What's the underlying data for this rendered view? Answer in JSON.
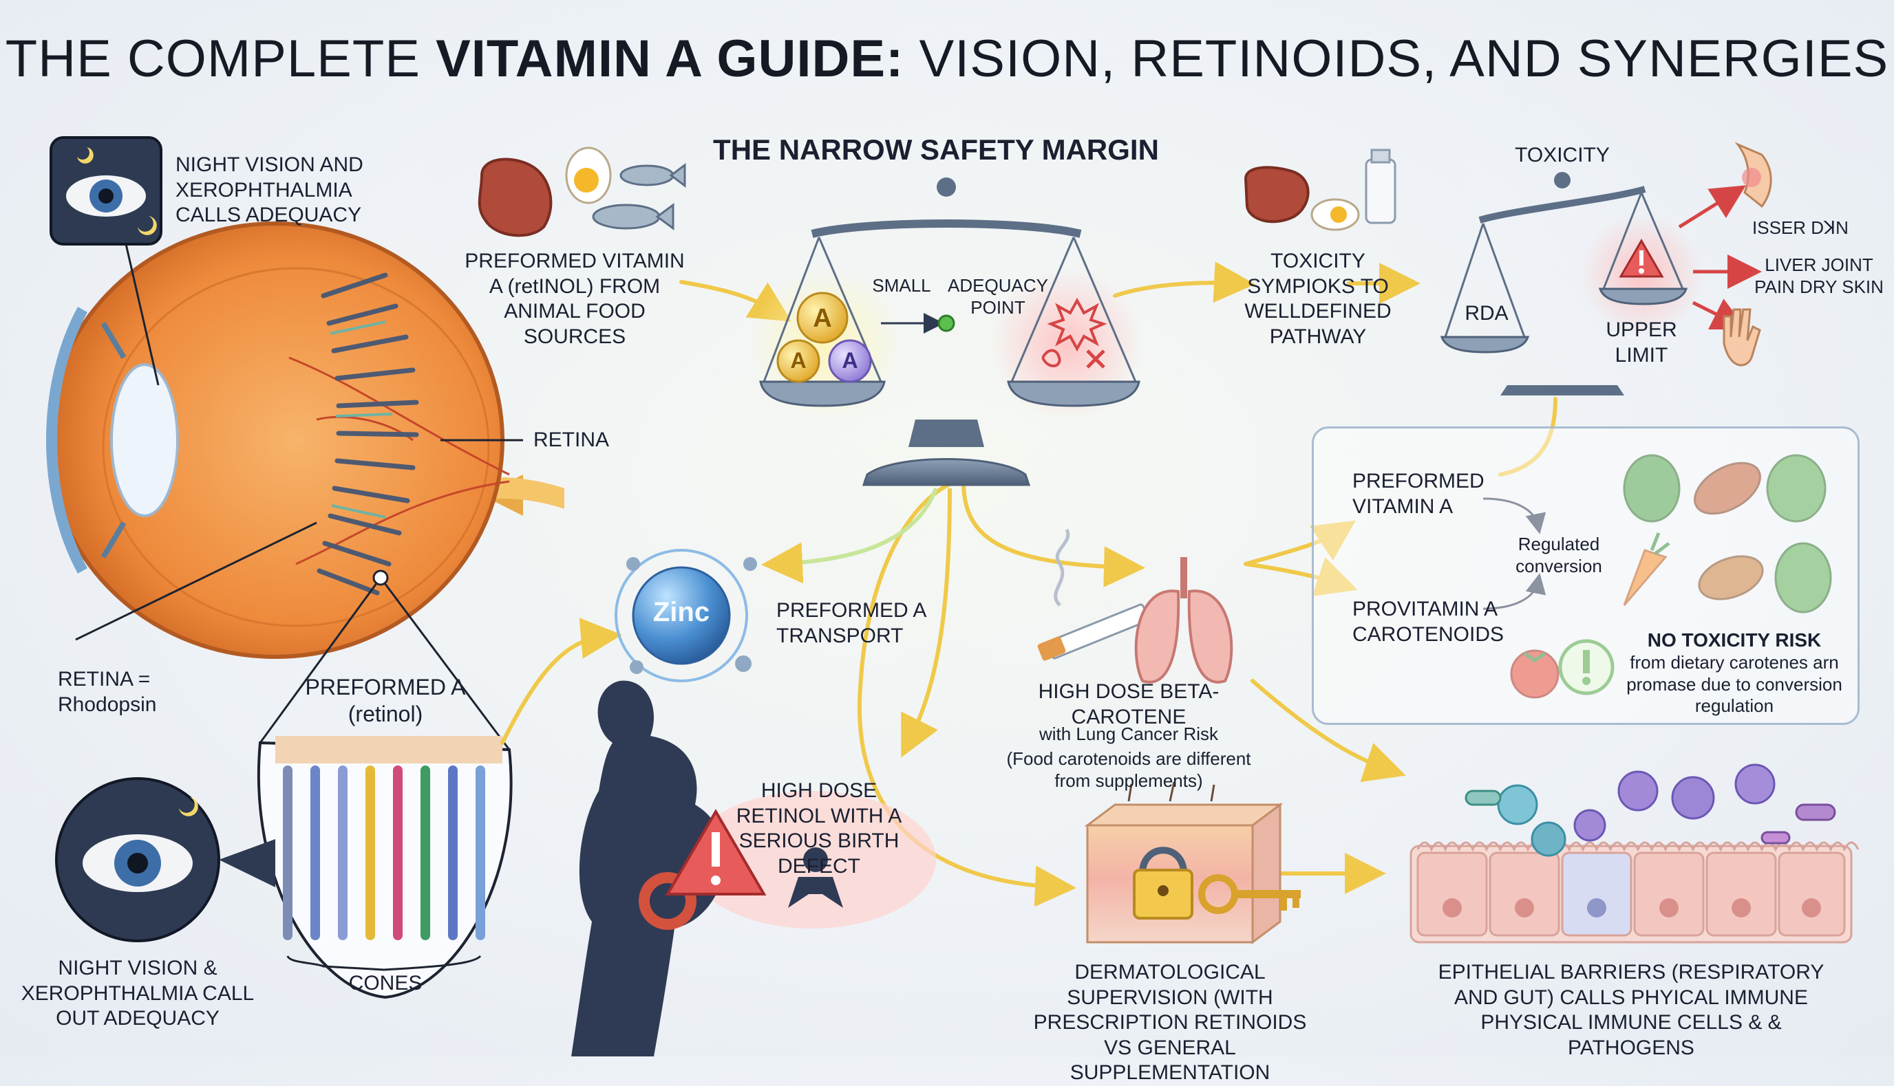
{
  "title": {
    "normal": "THE COMPLETE ",
    "bold": "VITAMIN A GUIDE:",
    "rest": " VISION, RETINOIDS, AND SYNERGIES"
  },
  "eye": {
    "night_top": "NIGHT VISION AND XEROPHTHALMIA CALLS ADEQUACY",
    "retina": "RETINA",
    "retina_eq": "RETINA = Rhodopsin",
    "preformed": "PREFORMED A (retinol)",
    "cones": "CONES",
    "night_bottom": "NIGHT VISION & XEROPHTHALMIA CALL OUT ADEQUACY"
  },
  "food": {
    "label": "PREFORMED VITAMIN A (retINOL) FROM ANIMAL FOOD SOURCES"
  },
  "scale": {
    "heading": "THE NARROW SAFETY MARGIN",
    "small": "SMALL",
    "adequacy": "ADEQUACY POINT",
    "letter": "A"
  },
  "toxicity_path": {
    "label": "TOXICITY SYMPIOKS TO WELLDEFINED PATHWAY"
  },
  "toxicity_scale": {
    "heading": "TOXICITY",
    "rda": "RDA",
    "upper": "UPPER LIMIT",
    "symptom1": "ISSER DꓘN",
    "symptom2": "LIVER JOINT PAIN DRY SKIN"
  },
  "zinc": {
    "badge": "Zinc",
    "label": "PREFORMED A TRANSPORT"
  },
  "carotenoid_panel": {
    "preformed": "PREFORMED VITAMIN A",
    "regulated": "Regulated conversion",
    "provitamin": "PROVITAMIN A CAROTENOIDS",
    "no_tox_title": "NO TOXICITY RISK",
    "no_tox_body": "from dietary carotenes arn promase due to conversion regulation"
  },
  "beta": {
    "title": "HIGH DOSE BETA-CAROTENE",
    "line2": "with Lung Cancer Risk",
    "note": "(Food carotenoids are different from supplements)"
  },
  "pregnancy": {
    "label": "HIGH DOSE RETINOL WITH A SERIOUS BIRTH DEFECT"
  },
  "derm": {
    "label": "DERMATOLOGICAL SUPERVISION (WITH PRESCRIPTION RETINOIDS VS GENERAL SUPPLEMENTATION"
  },
  "epithelial": {
    "label": "EPITHELIAL BARRIERS (RESPIRATORY AND GUT) CALLS PHYICAL IMMUNE PHYSICAL IMMUNE CELLS & & PATHOGENS"
  },
  "colors": {
    "accent_yellow": "#f2c94c",
    "warning_red": "#d64545",
    "scale_steel": "#5d6f86",
    "zinc_blue": "#4a8fd1",
    "eye_orange": "#ef8a3a"
  },
  "icons": [
    "moon-icon",
    "eye-icon",
    "liver-icon",
    "egg-icon",
    "fish-icon",
    "milk-icon",
    "warning-icon",
    "cigarette-icon",
    "lungs-icon",
    "lock-icon",
    "key-icon",
    "baby-icon",
    "tomato-icon",
    "check-icon",
    "carrot-icon",
    "sweet-potato-icon",
    "spinach-icon"
  ]
}
